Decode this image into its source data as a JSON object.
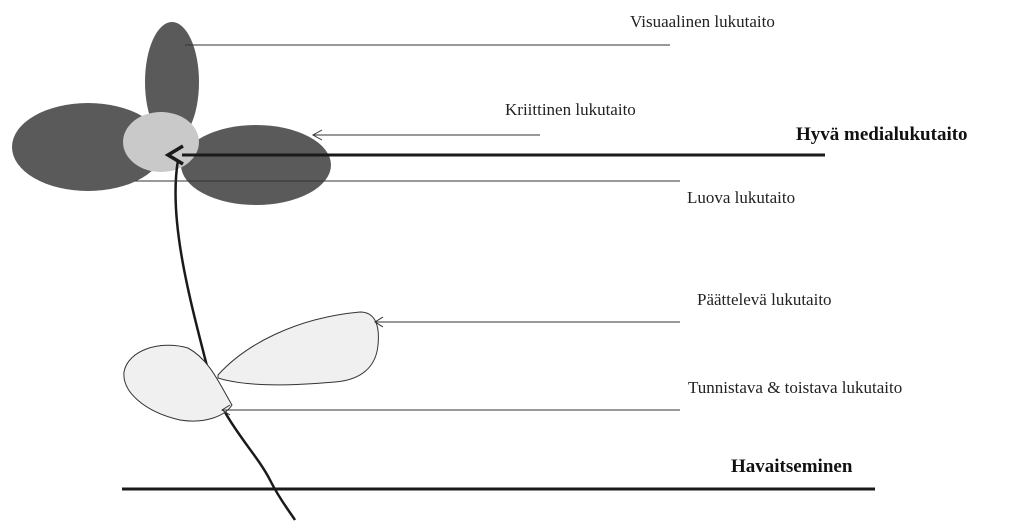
{
  "labels": {
    "visuaalinen": "Visuaalinen lukutaito",
    "kriittinen": "Kriittinen lukutaito",
    "hyva": "Hyvä medialukutaito",
    "luova": "Luova lukutaito",
    "paatteleva": "Päättelevä lukutaito",
    "tunnistava": "Tunnistava & toistava lukutaito",
    "havaitseminen": "Havaitseminen"
  },
  "colors": {
    "dark_petal": "#5a5a5a",
    "light_center": "#c9c9c9",
    "leaf_fill": "#f0f0f0",
    "line": "#1a1a1a"
  }
}
